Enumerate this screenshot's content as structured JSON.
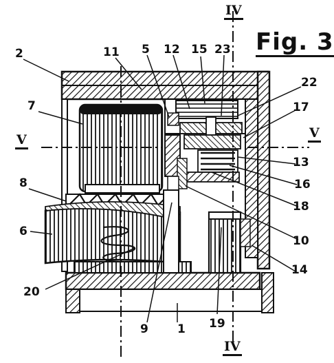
{
  "figure": {
    "title": "Fig. 3"
  },
  "section_marks": [
    {
      "id": "iv-top",
      "text": "IV"
    },
    {
      "id": "iv-bottom",
      "text": "IV"
    },
    {
      "id": "v-left",
      "text": "V"
    },
    {
      "id": "v-right",
      "text": "V"
    }
  ],
  "part_labels": [
    {
      "id": "p1",
      "text": "1"
    },
    {
      "id": "p2",
      "text": "2"
    },
    {
      "id": "p5",
      "text": "5"
    },
    {
      "id": "p6",
      "text": "6"
    },
    {
      "id": "p7",
      "text": "7"
    },
    {
      "id": "p8",
      "text": "8"
    },
    {
      "id": "p9",
      "text": "9"
    },
    {
      "id": "p10",
      "text": "10"
    },
    {
      "id": "p11",
      "text": "11"
    },
    {
      "id": "p12",
      "text": "12"
    },
    {
      "id": "p13",
      "text": "13"
    },
    {
      "id": "p14",
      "text": "14"
    },
    {
      "id": "p15",
      "text": "15"
    },
    {
      "id": "p16",
      "text": "16"
    },
    {
      "id": "p17",
      "text": "17"
    },
    {
      "id": "p18",
      "text": "18"
    },
    {
      "id": "p19",
      "text": "19"
    },
    {
      "id": "p20",
      "text": "20"
    },
    {
      "id": "p22",
      "text": "22"
    },
    {
      "id": "p23",
      "text": "23"
    }
  ]
}
